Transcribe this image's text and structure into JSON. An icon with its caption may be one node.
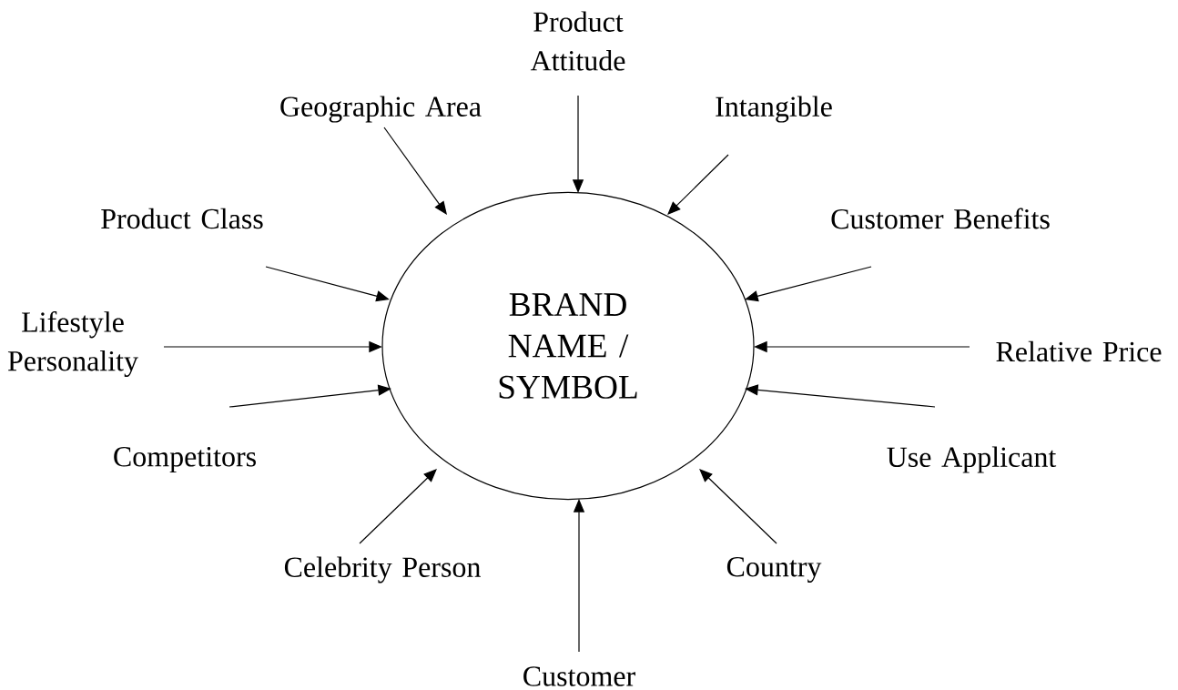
{
  "diagram": {
    "nodes": [
      {
        "text": [
          "BRAND NAME / SYMBOL"
        ]
      },
      {
        "text": [
          "Product Attitude"
        ]
      },
      {
        "text": [
          "Geographic Area"
        ]
      },
      {
        "text": [
          "Intangible"
        ]
      },
      {
        "text": [
          "Product Class"
        ]
      },
      {
        "text": [
          "Customer Benefits"
        ]
      },
      {
        "text": [
          "Lifestyle Personality"
        ]
      },
      {
        "text": [
          "Relative Price"
        ]
      },
      {
        "text": [
          "Competitors"
        ]
      },
      {
        "text": [
          "Use Applicant"
        ]
      },
      {
        "text": [
          "Celebrity Person"
        ]
      },
      {
        "text": [
          "Country"
        ]
      },
      {
        "text": [
          "Customer"
        ]
      }
    ],
    "edges": [
      {
        "from": 1,
        "to": 0,
        "arrow": "to"
      },
      {
        "from": 2,
        "to": 0,
        "arrow": "to"
      },
      {
        "from": 3,
        "to": 0,
        "arrow": "to"
      },
      {
        "from": 4,
        "to": 0,
        "arrow": "to"
      },
      {
        "from": 5,
        "to": 0,
        "arrow": "to"
      },
      {
        "from": 6,
        "to": 0,
        "arrow": "to"
      },
      {
        "from": 7,
        "to": 0,
        "arrow": "to"
      },
      {
        "from": 8,
        "to": 0,
        "arrow": "to"
      },
      {
        "from": 9,
        "to": 0,
        "arrow": "to"
      },
      {
        "from": 10,
        "to": 0,
        "arrow": "to"
      },
      {
        "from": 11,
        "to": 0,
        "arrow": "to"
      },
      {
        "from": 12,
        "to": 0,
        "arrow": "to"
      }
    ]
  }
}
